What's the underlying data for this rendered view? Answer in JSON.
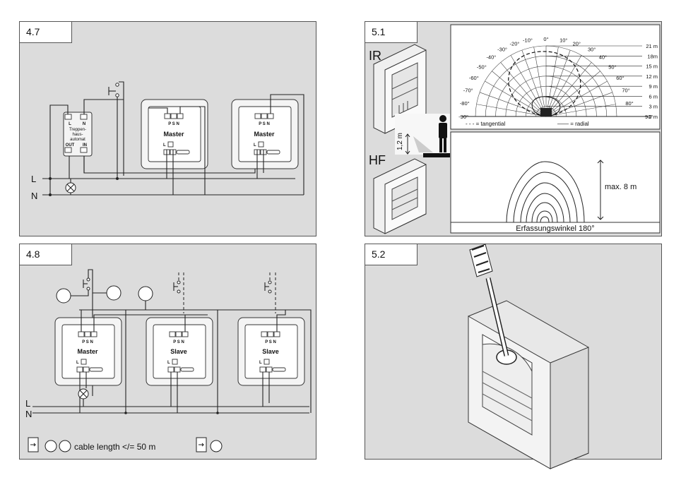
{
  "panels": {
    "p47": {
      "tag": "4.7",
      "stair_module": [
        "L",
        "N",
        "Treppen-",
        "haus-",
        "automat",
        "OUT",
        "IN"
      ],
      "device_labels": [
        "Master",
        "Master"
      ],
      "terminal_top": "P S N",
      "terminal_L": "L",
      "lines": [
        "L",
        "N"
      ]
    },
    "p48": {
      "tag": "4.8",
      "device_labels": [
        "Master",
        "Slave",
        "Slave"
      ],
      "terminal_top": "P S N",
      "terminal_L": "L",
      "lines": [
        "L",
        "N"
      ],
      "cable_note": "cable length </= 50 m"
    },
    "p51": {
      "tag": "5.1",
      "ir_label": "IR",
      "hf_label": "HF",
      "height_label": "1,2 m",
      "angles_left": [
        "-10°",
        "-20°",
        "-30°",
        "-40°",
        "-50°",
        "-60°",
        "-70°",
        "-80°",
        "-90°"
      ],
      "angles_right": [
        "0°",
        "10°",
        "20°",
        "30°",
        "40°",
        "50°",
        "60°",
        "70°",
        "80°",
        "90°"
      ],
      "distances": [
        "21 m",
        "18m",
        "15 m",
        "12 m",
        "9 m",
        "6 m",
        "3 m",
        "0 m"
      ],
      "legend_tangential": "- - - = tangential",
      "legend_radial": "—— = radial",
      "max_label": "max. 8 m",
      "angle_caption": "Erfassungswinkel 180°"
    },
    "p52": {
      "tag": "5.2"
    }
  },
  "colors": {
    "panel_bg": "#dcdcdc",
    "line": "#222222",
    "device_fill": "#f4f4f4"
  }
}
